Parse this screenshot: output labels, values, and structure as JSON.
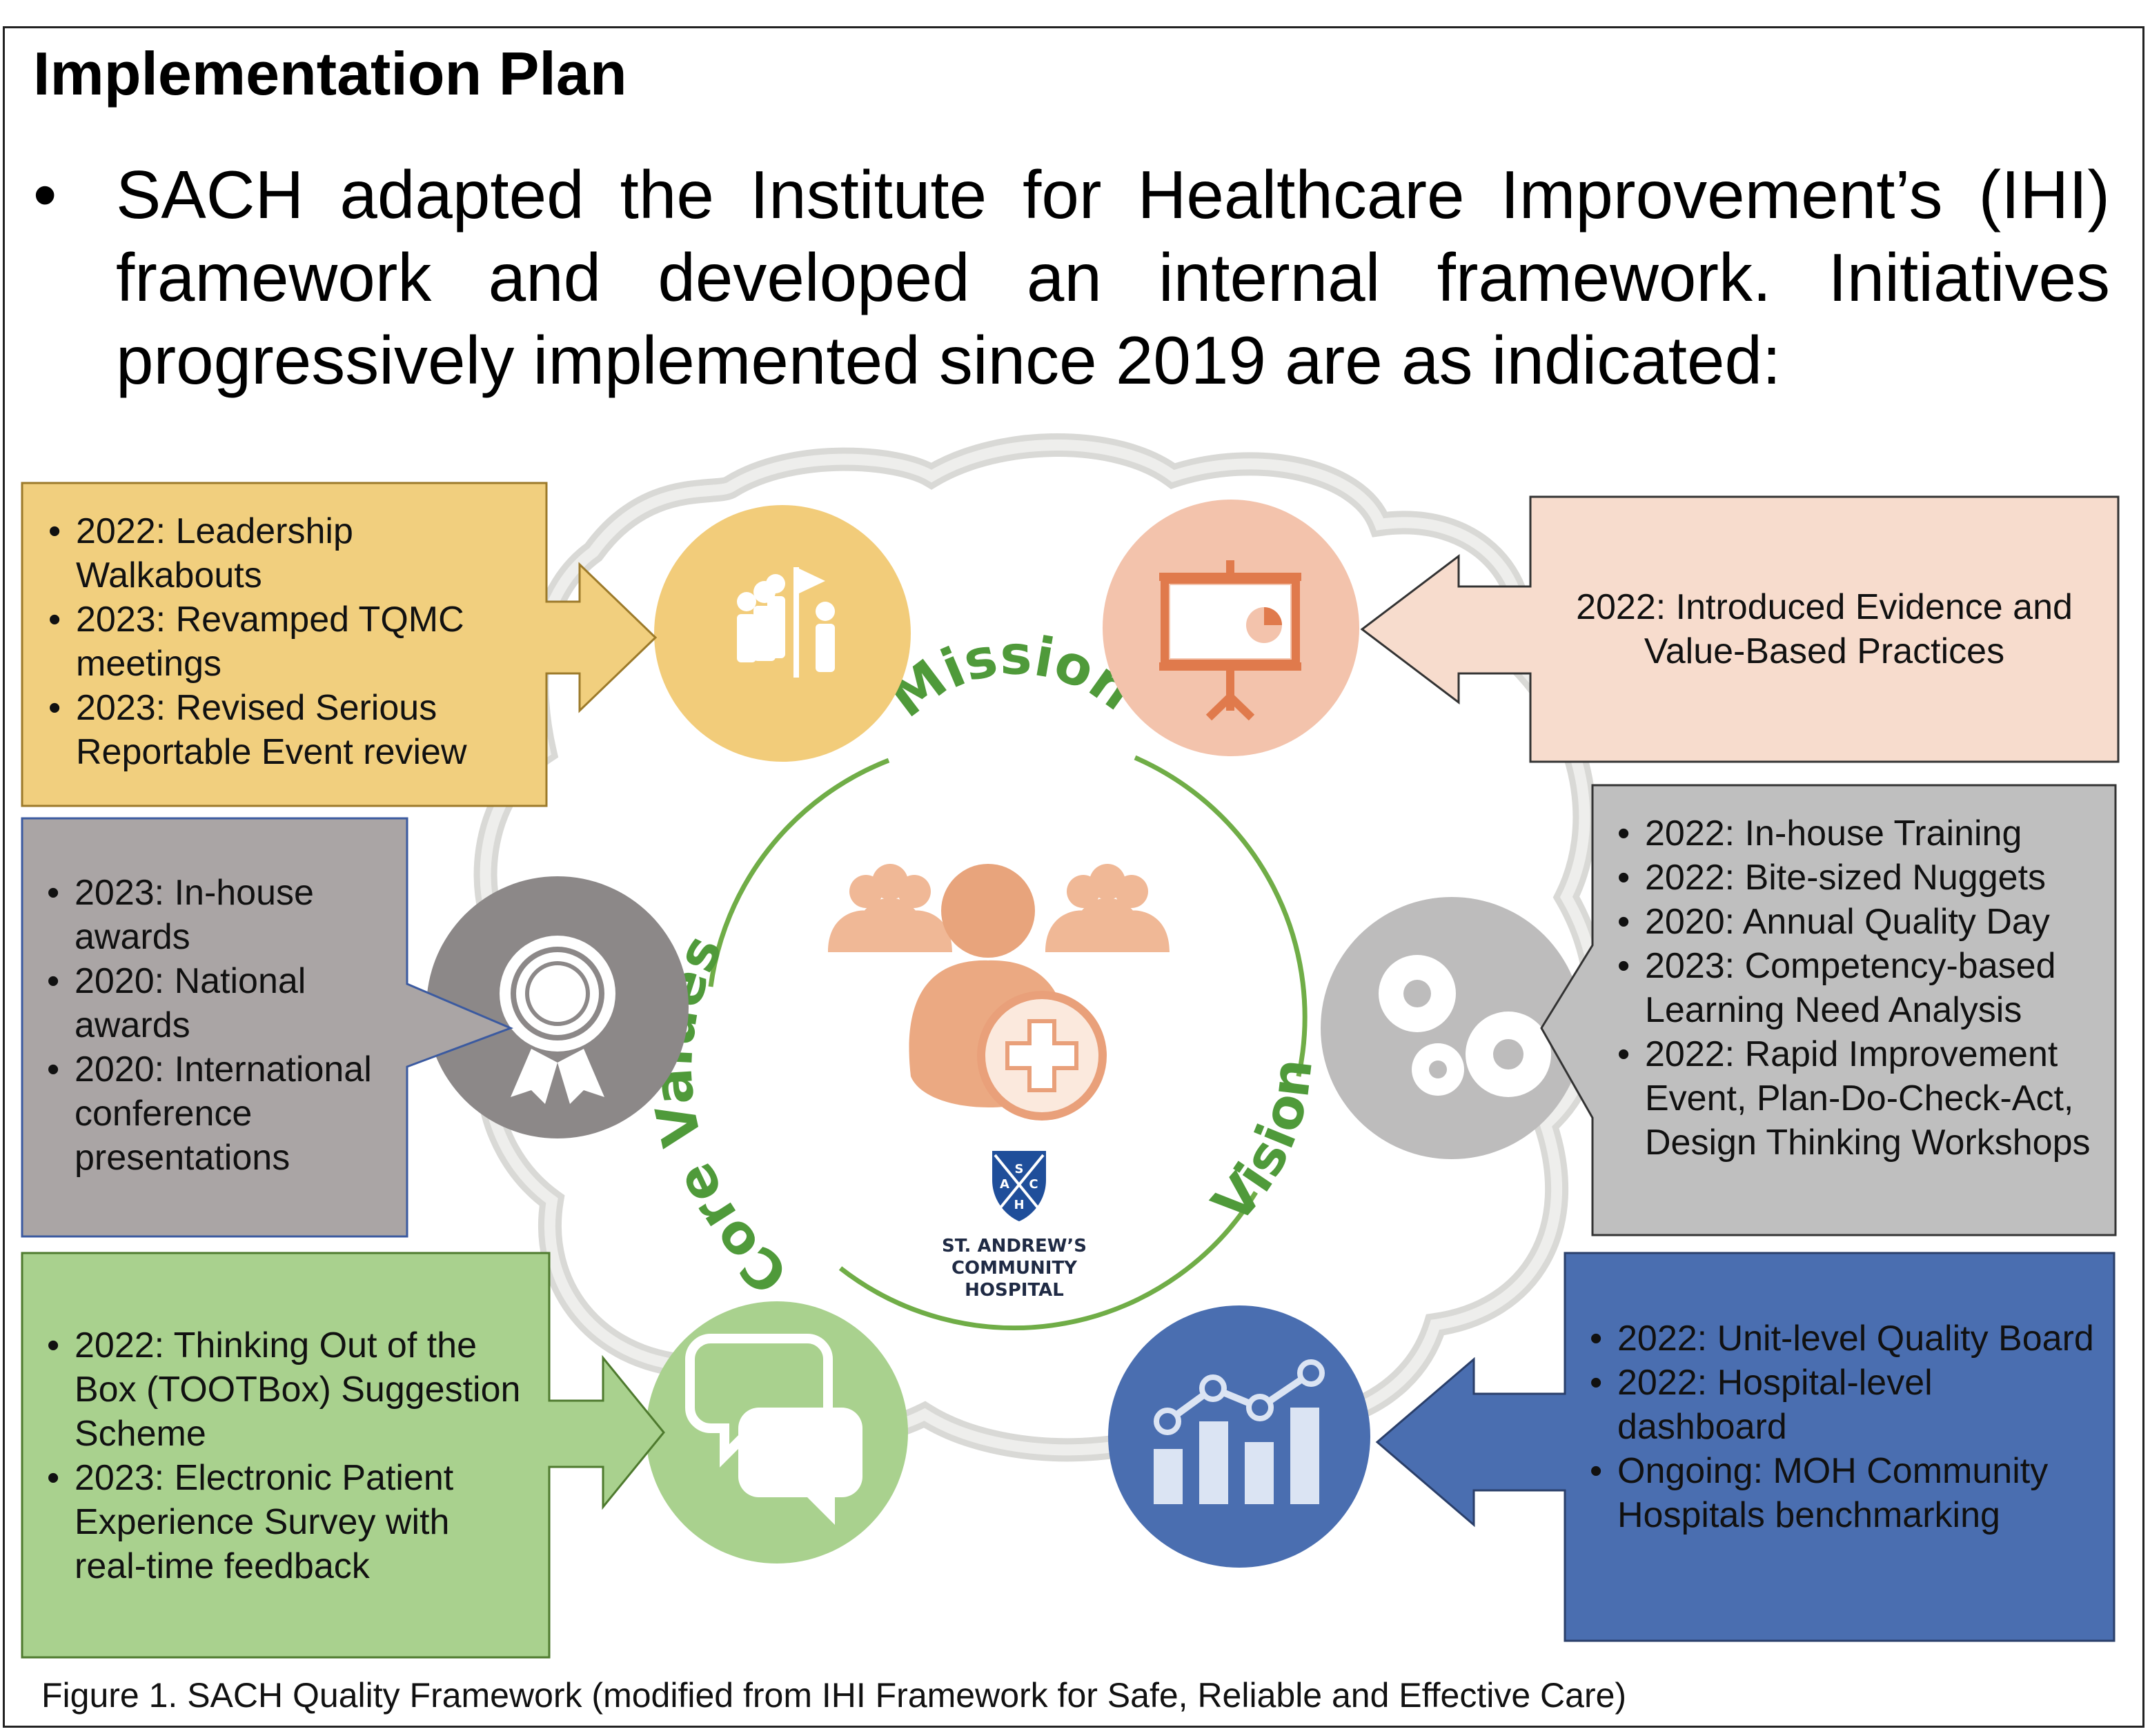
{
  "title": "Implementation Plan",
  "intro_bullet": "•",
  "intro_text": "SACH adapted the Institute for Healthcare Improvement’s (IHI) framework and developed an internal framework. Initiatives progressively implemented since 2019 are as indicated:",
  "center_labels": {
    "mission": "Mission",
    "vision": "Vision",
    "core_values": "Core Values"
  },
  "logo": {
    "shield_letters": [
      "S",
      "A",
      "C",
      "H"
    ],
    "name_line1": "ST. ANDREW’S",
    "name_line2": "COMMUNITY HOSPITAL"
  },
  "boxes": {
    "leadership": {
      "color": "#f1cf7e",
      "items": [
        "2022: Leadership Walkabouts",
        "2023: Revamped TQMC meetings",
        "2023: Revised Serious Reportable Event review"
      ]
    },
    "evidence": {
      "color": "#f7dccd",
      "text": "2022: Introduced Evidence and Value-Based Practices"
    },
    "awards": {
      "color": "#aaa5a5",
      "items": [
        "2023: In-house awards",
        "2020: National awards",
        "2020: International conference presentations"
      ]
    },
    "training": {
      "color": "#bfbfbf",
      "items": [
        "2022: In-house Training",
        "2022: Bite-sized Nuggets",
        "2020: Annual Quality Day",
        "2023: Competency-based Learning Need Analysis",
        "2022: Rapid Improvement Event, Plan-Do-Check-Act, Design Thinking Workshops"
      ]
    },
    "feedback": {
      "color": "#a9d18e",
      "items": [
        "2022: Thinking Out of the Box (TOOTBox) Suggestion Scheme",
        "2023: Electronic Patient Experience Survey with real-time feedback"
      ]
    },
    "quality": {
      "color": "#4a6eb0",
      "items": [
        "2022: Unit-level Quality Board",
        "2022: Hospital-level dashboard",
        "Ongoing: MOH Community Hospitals benchmarking"
      ]
    }
  },
  "icons": {
    "leadership": "leadership-team-icon",
    "evidence": "presentation-board-icon",
    "awards": "award-ribbon-icon",
    "training": "gears-icon",
    "feedback": "speech-bubbles-icon",
    "quality": "bar-line-chart-icon",
    "center": "patient-care-icon"
  },
  "caption": "Figure 1. SACH Quality Framework (modified from IHI Framework for Safe, Reliable and Effective Care)"
}
